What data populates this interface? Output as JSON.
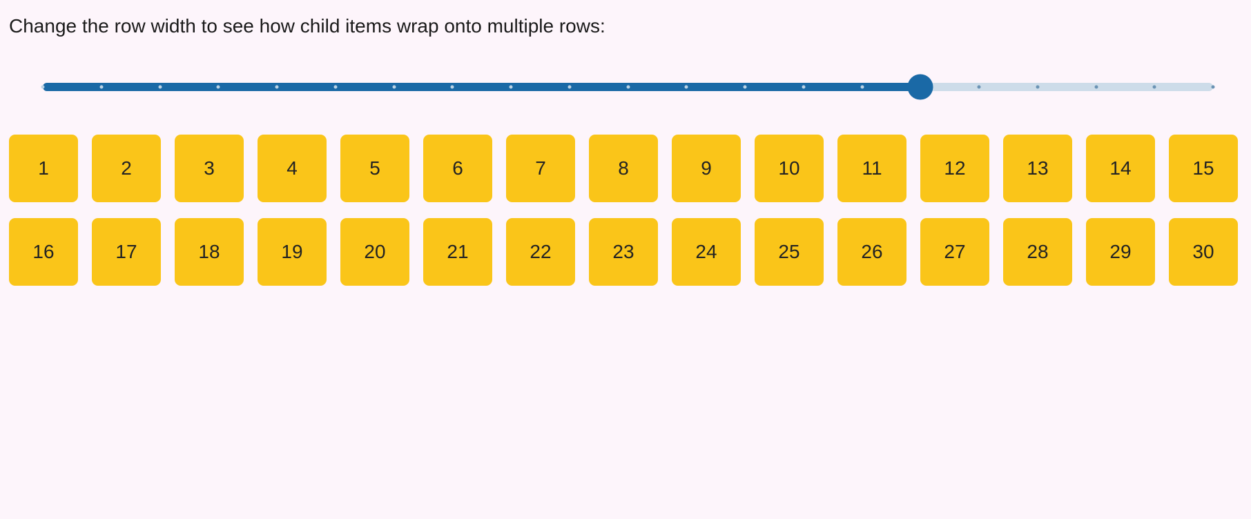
{
  "title": {
    "text": "Change the row width to see how child items wrap onto multiple rows:"
  },
  "slider": {
    "value_percent": 75,
    "tick_count": 21
  },
  "wrap_grid": {
    "items": [
      "1",
      "2",
      "3",
      "4",
      "5",
      "6",
      "7",
      "8",
      "9",
      "10",
      "11",
      "12",
      "13",
      "14",
      "15",
      "16",
      "17",
      "18",
      "19",
      "20",
      "21",
      "22",
      "23",
      "24",
      "25",
      "26",
      "27",
      "28",
      "29",
      "30"
    ]
  },
  "colors": {
    "background": "#FDF5FB",
    "title_text": "#1A1A1A",
    "item_background": "#FAC519",
    "item_text": "#232323",
    "slider_fill": "#1A69A6",
    "slider_rail": "#CDDCE9",
    "slider_thumb": "#1A69A6",
    "tick_on_fill": "#BBD2E4",
    "tick_on_rail": "#6B93B4"
  }
}
